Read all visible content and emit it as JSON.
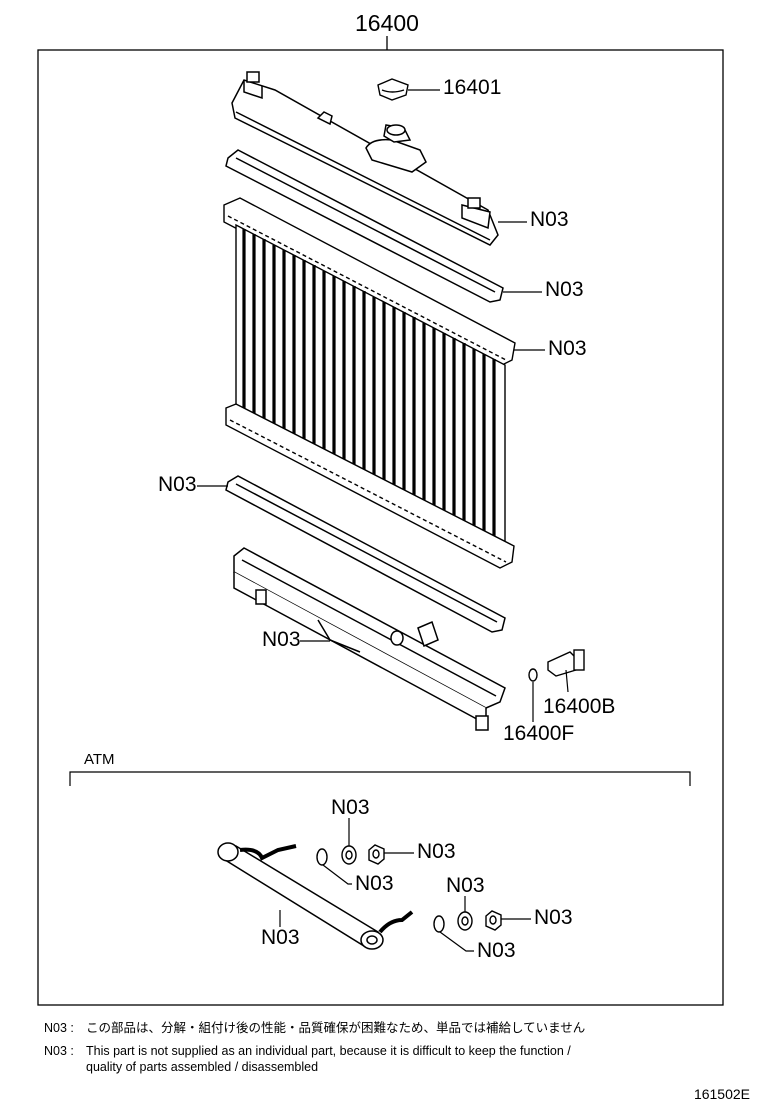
{
  "diagram": {
    "assembly_part": "16400",
    "section_label": "ATM",
    "figure_number": "161502E",
    "callouts": {
      "cap": "16401",
      "drain_plug": "16400B",
      "o_ring": "16400F",
      "upper_tank_pin": "N03",
      "upper_gasket": "N03",
      "core": "N03",
      "lower_gasket": "N03",
      "lower_tank": "N03",
      "washer_a1": "N03",
      "nut_a": "N03",
      "washer_a2": "N03",
      "washer_b1": "N03",
      "nut_b": "N03",
      "washer_b2": "N03",
      "oil_cooler": "N03"
    }
  },
  "notes": [
    {
      "code": "N03 :",
      "text": "この部品は、分解・組付け後の性能・品質確保が困難なため、単品では補給していません"
    },
    {
      "code": "N03 :",
      "text": "This part is not supplied as an individual part, because it is difficult to keep the function /"
    },
    {
      "code": "",
      "text": "quality of parts assembled / disassembled"
    }
  ]
}
